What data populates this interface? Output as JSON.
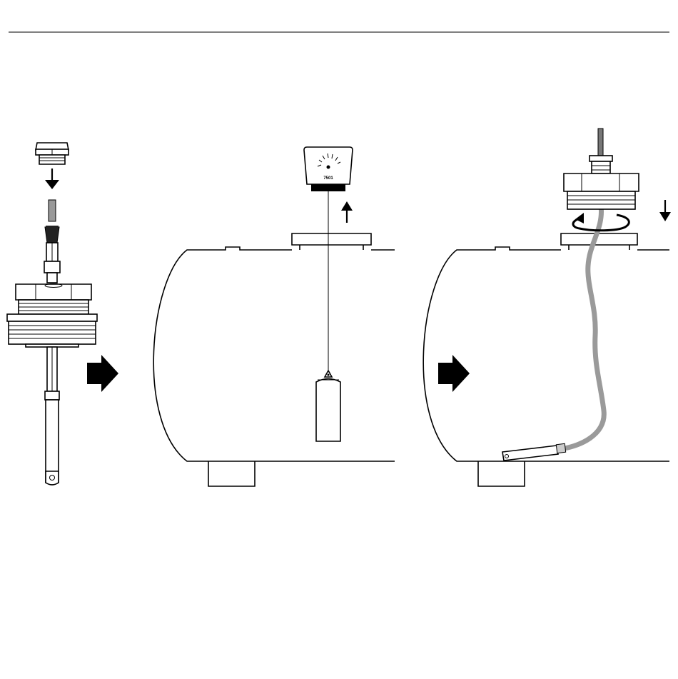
{
  "figure": {
    "steps": [
      {
        "id": "step-1",
        "description_visible": ""
      },
      {
        "id": "step-2",
        "gauge_code": "7501"
      },
      {
        "id": "step-3"
      }
    ]
  },
  "colors": {
    "line": "#000000",
    "background": "#ffffff",
    "hose": "#9a9a9a",
    "dark_part": "#222222"
  },
  "icons": [
    "plug-icon",
    "arrow-down-icon",
    "sensor-rod-icon",
    "arrow-right-icon",
    "tank-icon",
    "gauge-icon",
    "float-icon",
    "arrow-up-icon",
    "rotate-icon",
    "hose-sensor-icon"
  ]
}
